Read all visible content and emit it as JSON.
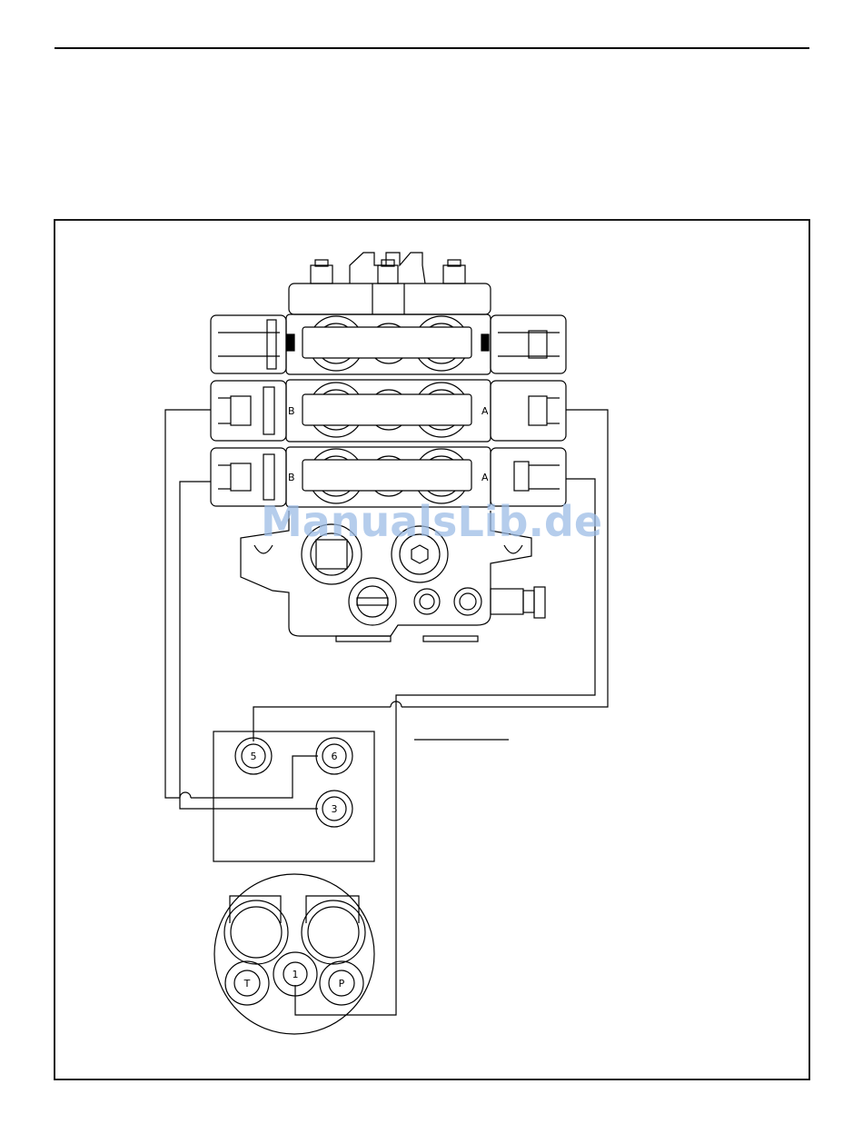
{
  "watermark": "ManualsLib.de",
  "valve": {
    "section_port_b": "B",
    "section_port_a": "A"
  },
  "connector_block": {
    "pin_5": "5",
    "pin_6": "6",
    "pin_3": "3"
  },
  "round_plug": {
    "pin_t": "T",
    "pin_1": "1",
    "pin_p": "P"
  },
  "colors": {
    "line": "#000000",
    "watermark": "#9dbde6"
  }
}
